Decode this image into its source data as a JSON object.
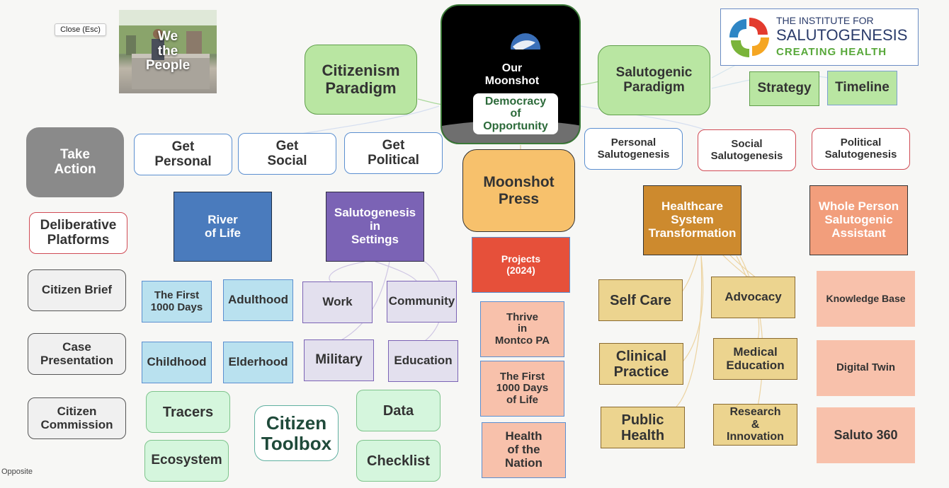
{
  "close_button": "Close (Esc)",
  "footer_label": "Opposite",
  "photo": {
    "caption": "We\nthe\nPeople"
  },
  "moonshot": {
    "title": "Our\nMoonshot",
    "subtitle": "Democracy\nof\nOpportunity"
  },
  "logo": {
    "line1": "THE INSTITUTE FOR",
    "line2": "SALUTOGENESIS",
    "line3": "CREATING HEALTH"
  },
  "colors": {
    "green_node": "#b9e6a2",
    "blue_node": "#4a7bbd",
    "purple_node": "#7b63b5",
    "orange_node": "#f7c16c",
    "red_node": "#e6503a",
    "ochre_node": "#cd8a2e",
    "salmon_node": "#f29e7c",
    "gray_node": "#8a8a8a",
    "light_blue": "#b9e1ef",
    "lavender": "#e3e0ee",
    "peach": "#f8c1ab",
    "tan": "#ecd48f",
    "mint": "#d5f6dd"
  },
  "nodes": {
    "citizenism": "Citizenism\nParadigm",
    "salutogenic": "Salutogenic\nParadigm",
    "strategy": "Strategy",
    "timeline": "Timeline",
    "take_action": "Take\nAction",
    "get_personal": "Get\nPersonal",
    "get_social": "Get\nSocial",
    "get_political": "Get\nPolitical",
    "personal_sal": "Personal\nSalutogenesis",
    "social_sal": "Social\nSalutogenesis",
    "political_sal": "Political\nSalutogenesis",
    "deliberative": "Deliberative\nPlatforms",
    "river": "River\nof Life",
    "settings": "Salutogenesis\nin\nSettings",
    "press": "Moonshot\nPress",
    "healthcare": "Healthcare\nSystem\nTransformation",
    "whole_person": "Whole Person\nSalutogenic\nAssistant",
    "projects": "Projects\n(2024)",
    "citizen_brief": "Citizen Brief",
    "first1000": "The First\n1000 Days",
    "adulthood": "Adulthood",
    "work": "Work",
    "community": "Community",
    "thrive": "Thrive\nin\nMontco PA",
    "self_care": "Self Care",
    "advocacy": "Advocacy",
    "knowledge": "Knowledge Base",
    "case": "Case\nPresentation",
    "childhood": "Childhood",
    "elderhood": "Elderhood",
    "military": "Military",
    "education": "Education",
    "first1000_life": "The First\n1000 Days\nof Life",
    "clinical": "Clinical\nPractice",
    "medical_ed": "Medical\nEducation",
    "digital_twin": "Digital Twin",
    "commission": "Citizen\nCommission",
    "tracers": "Tracers",
    "toolbox": "Citizen\nToolbox",
    "data": "Data",
    "health_nation": "Health\nof the\nNation",
    "public_health": "Public\nHealth",
    "research": "Research\n&\nInnovation",
    "saluto360": "Saluto 360",
    "ecosystem": "Ecosystem",
    "checklist": "Checklist"
  }
}
